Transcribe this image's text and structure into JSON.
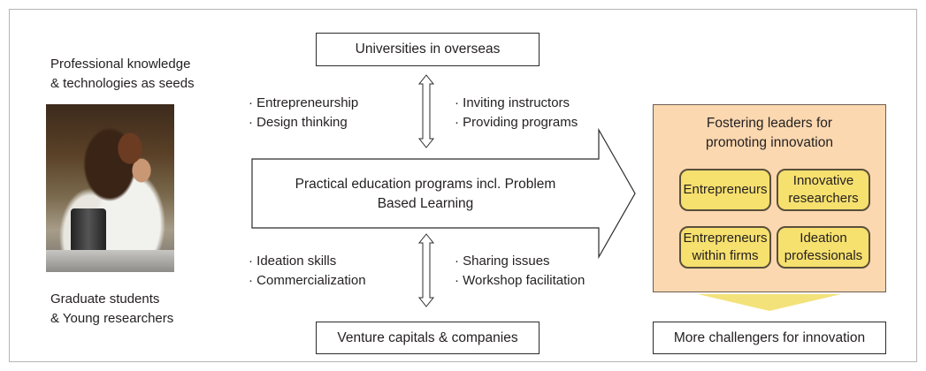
{
  "left_column": {
    "seeds_caption": [
      "Professional knowledge",
      "& technologies as seeds"
    ],
    "people_caption": [
      "Graduate students",
      "& Young researchers"
    ]
  },
  "top_box": "Universities in overseas",
  "bottom_box": "Venture capitals & companies",
  "top_left_items": [
    "· Entrepreneurship",
    "· Design thinking"
  ],
  "top_right_items": [
    "· Inviting instructors",
    "· Providing programs"
  ],
  "bottom_left_items": [
    "· Ideation skills",
    "· Commercialization"
  ],
  "bottom_right_items": [
    "· Sharing issues",
    "· Workshop facilitation"
  ],
  "main_arrow_text": [
    "Practical education programs incl. Problem",
    "Based Learning"
  ],
  "outcome_panel": {
    "title": [
      "Fostering leaders for",
      "promoting innovation"
    ],
    "roles": [
      "Entrepreneurs",
      "Innovative\nresearchers",
      "Entrepreneurs\nwithin firms",
      "Ideation\nprofessionals"
    ]
  },
  "result_box": "More challengers for innovation",
  "colors": {
    "panel_fill": "#fbd8b0",
    "role_fill": "#f6e06e",
    "down_arrow": "#f3e27a"
  }
}
